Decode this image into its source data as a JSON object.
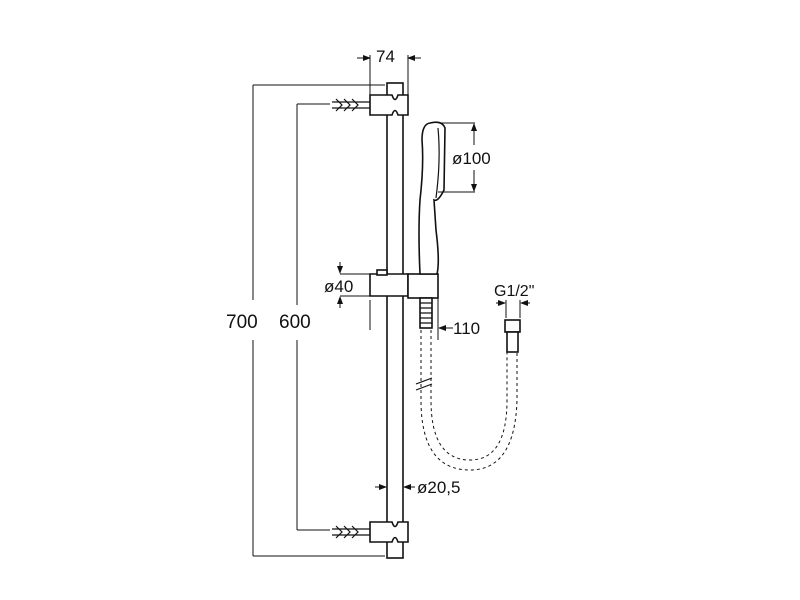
{
  "dimensions": {
    "bracket_width": "74",
    "head_diameter": "ø100",
    "slider_diameter": "ø40",
    "thread": "G1/2\"",
    "holder_offset": "110",
    "total_height": "700",
    "fixing_distance": "600",
    "bar_diameter": "ø20,5"
  }
}
